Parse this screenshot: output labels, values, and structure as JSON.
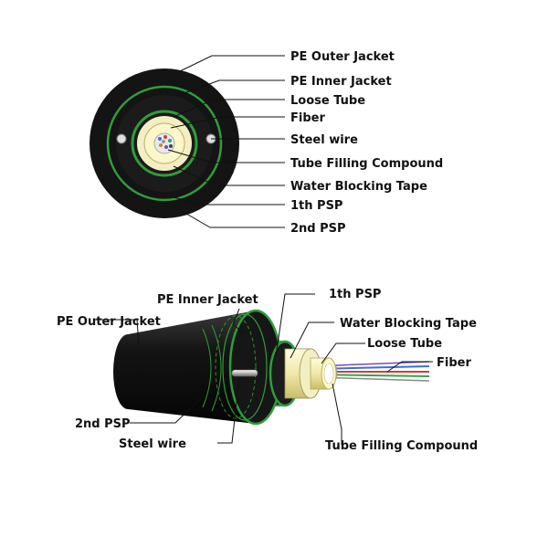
{
  "cross_section": {
    "labels": {
      "pe_outer_jacket": "PE Outer Jacket",
      "pe_inner_jacket": "PE Inner Jacket",
      "loose_tube": "Loose Tube",
      "fiber": "Fiber",
      "steel_wire": "Steel wire",
      "tube_filling_compound": "Tube Filling Compound",
      "water_blocking_tape": "Water Blocking Tape",
      "first_psp": "1th PSP",
      "second_psp": "2nd PSP"
    }
  },
  "side_view": {
    "labels": {
      "pe_inner_jacket": "PE Inner Jacket",
      "first_psp": "1th PSP",
      "pe_outer_jacket": "PE Outer Jacket",
      "water_blocking_tape": "Water Blocking Tape",
      "loose_tube": "Loose Tube",
      "fiber": "Fiber",
      "second_psp": "2nd PSP",
      "steel_wire": "Steel wire",
      "tube_filling_compound": "Tube Filling Compound"
    }
  },
  "colors": {
    "jacket": "#141414",
    "psp_green": "#2f9e3a",
    "tape": "#f3efc2",
    "tube": "#fbf7c8",
    "steel": "#d8d8d8",
    "fiber_blue": "#3a6fd8",
    "fiber_red": "#d83a3a",
    "fiber_green": "#2fa84a"
  }
}
